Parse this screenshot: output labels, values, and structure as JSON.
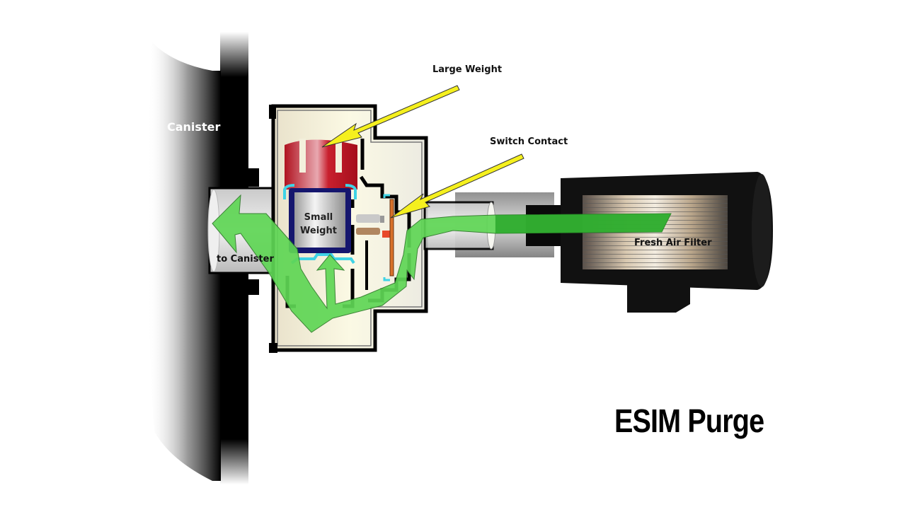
{
  "title": "ESIM Purge",
  "labels": {
    "canister": "Canister",
    "large_weight": "Large Weight",
    "switch_contact": "Switch Contact",
    "small_weight_line1": "Small",
    "small_weight_line2": "Weight",
    "to_canister": "to Canister",
    "fresh_air_filter": "Fresh Air Filter"
  },
  "colors": {
    "airflow": "#5fd655",
    "airflow_dark": "#1f9e22",
    "pointer_arrow": "#f5f01e",
    "large_weight": "#c41f2c",
    "small_weight_frame": "#15166e",
    "seal": "#3fd3e6",
    "housing_fill": "#f3f0dc",
    "contact": "#d8712a",
    "filter_body": "#111111"
  }
}
